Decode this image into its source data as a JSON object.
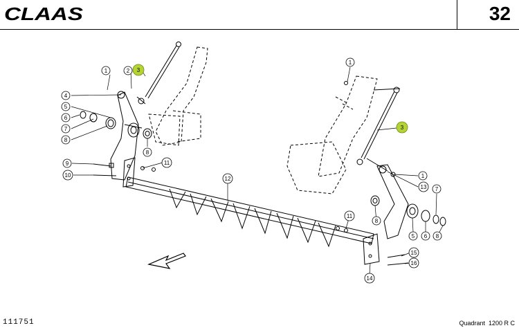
{
  "header": {
    "brand": "CLAAS",
    "page_number": "32"
  },
  "callouts": {
    "c1a": "1",
    "c2": "2",
    "c3a": "3",
    "c4": "4",
    "c5a": "5",
    "c6a": "6",
    "c7a": "7",
    "c8a": "8",
    "c8b": "8",
    "c9": "9",
    "c10": "10",
    "c11a": "11",
    "c12": "12",
    "c1b": "1",
    "c3b": "3",
    "c13": "13",
    "c7b": "7",
    "c8c": "8",
    "c11b": "11",
    "c5b": "5",
    "c6b": "6",
    "c8d": "8",
    "c15": "15",
    "c16": "16",
    "c14": "14"
  },
  "highlight_color": "#b5d334",
  "footer": {
    "drawing_number": "111751",
    "model": "Quadrant  1200 R C"
  }
}
